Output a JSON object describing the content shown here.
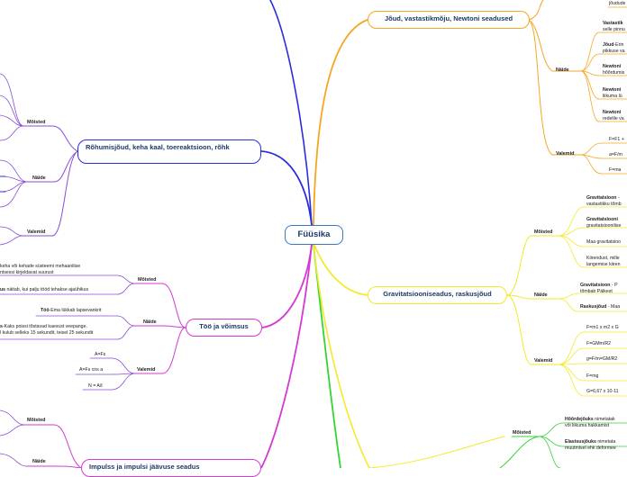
{
  "colors": {
    "orange": "#f5a623",
    "yellow": "#f2ea2a",
    "blue": "#2d2de0",
    "purple": "#8a4dd6",
    "magenta": "#d43ad4",
    "green": "#35d435",
    "root_border": "#3a78c3"
  },
  "root": "Füüsika",
  "branches": {
    "force": {
      "title": "Jõud, vastastikmõju, Newtoni seadused",
      "naited": "Näide",
      "valemid": "Valemid",
      "top_leaf": "jõudude",
      "leaves": [
        {
          "b": "Vastastik",
          "t": "",
          "l2": "selle pinnu"
        },
        {
          "b": "Jõud",
          "t": "-Erin",
          "l2": "pikkuse va"
        },
        {
          "b": "Newtoni",
          "t": "",
          "l2": "hõõrdumis"
        },
        {
          "b": "Newtoni",
          "t": "",
          "l2": "liikuma lü"
        },
        {
          "b": "Newtoni",
          "t": "",
          "l2": "redelile va"
        }
      ],
      "formulas": [
        "F=F1 +",
        "a=F/m",
        "F=ma"
      ]
    },
    "gravity": {
      "title": "Gravitatsiooniseadus, raskusjõud",
      "moisted": "Mõisted",
      "naide": "Näide",
      "valemid": "Valemid",
      "moisted_leaves": [
        {
          "b": "Gravitatsioon",
          "t": " -",
          "l2": "vastastikku tõmb"
        },
        {
          "b": "Gravitatsiooni",
          "t": "",
          "l2": "gravitatsioonilise"
        },
        {
          "b": "",
          "t": "Maa gravitatsioo",
          "l2": ""
        },
        {
          "b": "",
          "t": "Kiirendust, mille",
          "l2": "langemise kiiren"
        }
      ],
      "naide_leaves": [
        {
          "b": "Gravitatsioon",
          "t": " - P",
          "l2": "tõmbab Päikest"
        },
        {
          "b": "Raskusjõud",
          "t": " - Maa",
          "l2": ""
        }
      ],
      "formulas": [
        "F=m1 x m2 x G",
        "F=GMm/R2",
        "g=F/m=GM/R2",
        "F=mg",
        "G=6,67 x 10-11"
      ]
    },
    "pressure": {
      "title": "Rõhumisjõud, keha kaal, toereaktsioon, rõhk",
      "moisted": "Mõisted",
      "naited": "Näide",
      "valemid": "Valemid"
    },
    "work": {
      "title": "Töö ja võimsus",
      "moisted": "Mõisted",
      "naited": "Näide",
      "valemid": "Valemid",
      "moisted_leaves": [
        {
          "b": "",
          "t": "keha või kehade süsteemi mehaanilise",
          "l2": "ntsessi kirjeldavat suurust"
        },
        {
          "b": "us",
          "t": " näitab, kui palju tööd tehakse ajaühikus",
          "l2": ""
        }
      ],
      "naited_leaves": [
        {
          "b": "Töö",
          "t": "-Ema lükkab lapsevankrit",
          "l2": ""
        },
        {
          "b": "s",
          "t": "-Kaks poissi tõstavad kaevust veepange.",
          "l2": "l kulub selleks 15 sekundit, teisel 25 sekundit"
        }
      ],
      "formulas": [
        "A=Fs",
        "A=Fs cos a",
        "N = A/t"
      ]
    },
    "impulse": {
      "title": "Impulss ja impulsi jäävuse seadus",
      "moisted": "Mõisted",
      "naited": "Näide"
    },
    "friction": {
      "moisted": "Mõisted",
      "leaves": [
        {
          "b": "Hõõrdejõuks",
          "t": " nimetatak",
          "l2": "või liikuma hakkamist"
        },
        {
          "b": "Elastsusjõuks",
          "t": " nimetata",
          "l2": "muutmisel ehk deformee"
        }
      ]
    }
  }
}
